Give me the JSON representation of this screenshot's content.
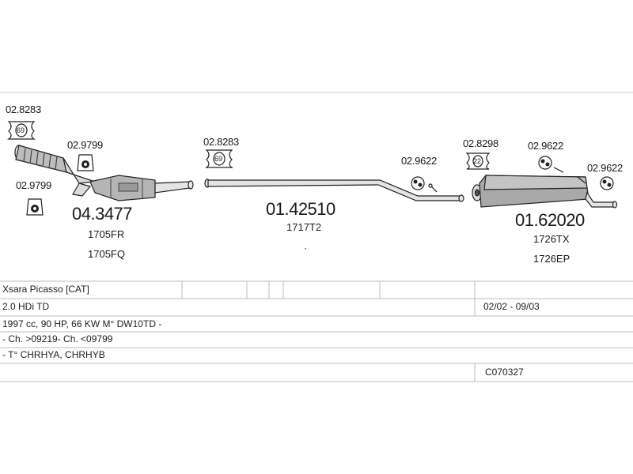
{
  "diagram": {
    "parts": [
      {
        "code": "04.3477",
        "refs": [
          "1705FR",
          "1705FQ"
        ]
      },
      {
        "code": "01.42510",
        "refs": [
          "1717T2"
        ]
      },
      {
        "code": "01.62020",
        "refs": [
          "1726TX",
          "1726EP"
        ]
      }
    ],
    "accessories": [
      {
        "code": "02.8283",
        "badge": "69"
      },
      {
        "code": "02.9799"
      },
      {
        "code": "02.9799"
      },
      {
        "code": "02.8283",
        "badge": "69"
      },
      {
        "code": "02.9622"
      },
      {
        "code": "02.8298",
        "badge": "22"
      },
      {
        "code": "02.9622"
      },
      {
        "code": "02.9622"
      }
    ],
    "dot": "·"
  },
  "table": {
    "model": "Xsara Picasso  [CAT]",
    "engine": "2.0 HDi TD",
    "years": "02/02 - 09/03",
    "spec": "1997 cc, 90 HP, 66 KW M° DW10TD -",
    "chassis": "- Ch. >09219- Ch. <09799",
    "types": "- T° CHRHYA, CHRHYB",
    "catalog": "C070327"
  }
}
